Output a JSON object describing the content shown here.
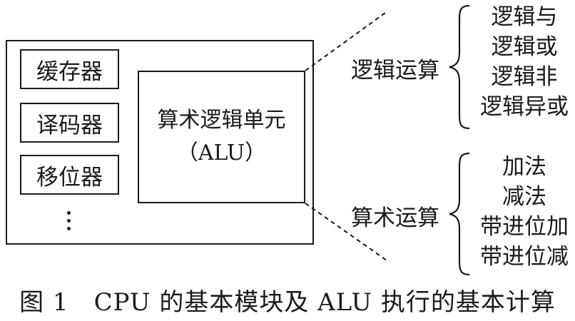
{
  "diagram": {
    "components": [
      "缓存器",
      "译码器",
      "移位器"
    ],
    "alu": {
      "line1": "算术逻辑单元",
      "line2": "（ALU）"
    },
    "logic": {
      "label": "逻辑运算",
      "items": [
        "逻辑与",
        "逻辑或",
        "逻辑非",
        "逻辑异或"
      ]
    },
    "arithmetic": {
      "label": "算术运算",
      "items": [
        "加法",
        "减法",
        "带进位加",
        "带进位减"
      ]
    }
  },
  "caption": "图 1　CPU 的基本模块及 ALU 执行的基本计算"
}
